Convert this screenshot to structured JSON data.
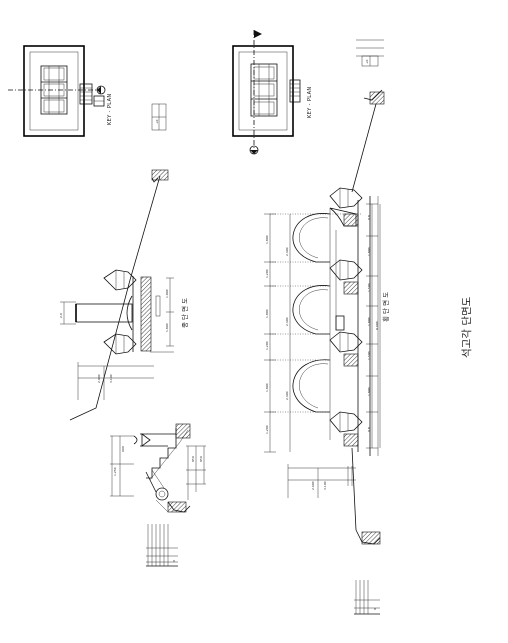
{
  "sheet_title": "석고각 단면도",
  "views": {
    "longitudinal_label": "종 단 면 도",
    "transverse_label": "횡 단 면 도"
  },
  "key_plan": {
    "label": "KEY - PLAN"
  },
  "colors": {
    "line": "#111111",
    "background": "#ffffff"
  }
}
